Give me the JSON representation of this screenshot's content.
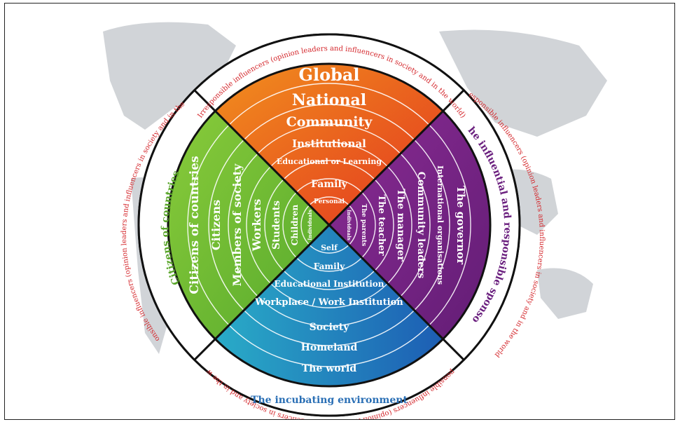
{
  "diagram": {
    "outer_ring": {
      "top_arc": "Irresponsible influencers (opinion leaders and influencers in society and in the world)",
      "right_arc": "Responsible influencers (opinion leaders and influencers in society and in the world)",
      "bottom_arc": "Irresponsible influencers (opinion leaders and influencers in society and in the world)",
      "left_arc": "Irresponsible influencers (opinion leaders and influencers in society and in the world)"
    },
    "middle_ring": {
      "left": "Citizens of countries",
      "right": "The influential and responsible sponsor",
      "bottom": "The incubating environment"
    },
    "top_wedge": {
      "color": "#e8492a",
      "labels": [
        "Global",
        "National",
        "Community",
        "Institutional",
        "Educational or Learning",
        "Family",
        "Personal"
      ]
    },
    "left_wedge": {
      "color": "#6cbf3a",
      "labels": [
        "Citizens of countries",
        "Citizens",
        "Members of society",
        "Workers",
        "Students",
        "Children",
        "Individuals"
      ]
    },
    "right_wedge": {
      "color": "#7b2a8c",
      "labels": [
        "The governor",
        "International organisations",
        "Community leaders",
        "The manager",
        "The teacher",
        "The parents",
        "Individuals"
      ]
    },
    "bottom_wedge": {
      "color": "#1f77c4",
      "labels": [
        "Self",
        "Family",
        "Educational Institution",
        "Workplace / Work Institution",
        "Society",
        "Homeland",
        "The world"
      ]
    },
    "colors": {
      "ring_green": "#5aa62b",
      "ring_purple": "#6a1f7e",
      "ring_blue": "#2a6fb5",
      "red_text": "#d4262b",
      "map_gray": "#c9cdd1"
    }
  }
}
